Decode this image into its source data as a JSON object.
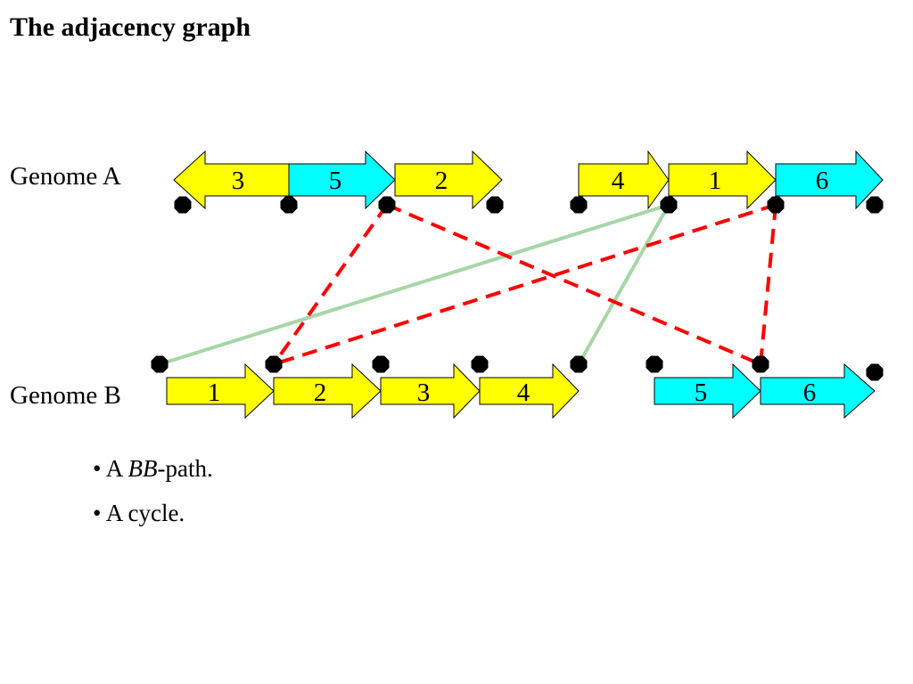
{
  "title": "The adjacency graph",
  "genome_a": {
    "label": "Genome A",
    "genes": [
      {
        "number": "3",
        "color": "#ffff00",
        "direction": "left"
      },
      {
        "number": "5",
        "color": "#00ffff",
        "direction": "right"
      },
      {
        "number": "2",
        "color": "#ffff00",
        "direction": "right"
      },
      {
        "number": "4",
        "color": "#ffff00",
        "direction": "right"
      },
      {
        "number": "1",
        "color": "#ffff00",
        "direction": "right"
      },
      {
        "number": "6",
        "color": "#00ffff",
        "direction": "right"
      }
    ]
  },
  "genome_b": {
    "label": "Genome B",
    "genes": [
      {
        "number": "1",
        "color": "#ffff00",
        "direction": "right"
      },
      {
        "number": "2",
        "color": "#ffff00",
        "direction": "right"
      },
      {
        "number": "3",
        "color": "#ffff00",
        "direction": "right"
      },
      {
        "number": "4",
        "color": "#ffff00",
        "direction": "right"
      },
      {
        "number": "5",
        "color": "#00ffff",
        "direction": "right"
      },
      {
        "number": "6",
        "color": "#00ffff",
        "direction": "right"
      }
    ]
  },
  "edge_colors": {
    "bb_path": "#a6d6a6",
    "cycle": "#ff0000"
  },
  "bullets": {
    "item1_prefix": "• A ",
    "item1_emphasis": "BB",
    "item1_suffix": "-path.",
    "item2": "• A cycle."
  }
}
